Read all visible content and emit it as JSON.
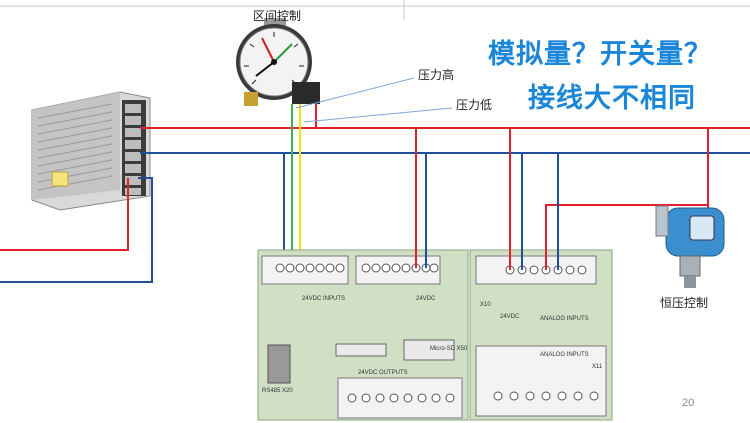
{
  "heading": {
    "line1": "模拟量？开关量？",
    "line2": "接线大不相同"
  },
  "labels": {
    "pressure_gauge": "区间控制",
    "pressure_high": "压力高",
    "pressure_low": "压力低",
    "transmitter": "恒压控制"
  },
  "plc": {
    "top_left_label": "X10",
    "digital_inputs": "24VDC INPUTS",
    "supply_24v": "24VDC",
    "x10_label": "X10",
    "analog_inputs": "ANALOG INPUTS",
    "analog_inputs_2": "ANALOG INPUTS",
    "x11_label": "X11",
    "outputs": "24VDC OUTPUTS",
    "port_label": "RS485 X20",
    "card_label": "Micro-SD X50"
  },
  "page_number": "20",
  "colors": {
    "heading": "#1a86d8",
    "wire_red": "#e0202a",
    "wire_blue": "#1f4e9a",
    "wire_yellow": "#f2e600",
    "wire_green": "#39b54a",
    "plc_body": "#cfe0c4"
  }
}
